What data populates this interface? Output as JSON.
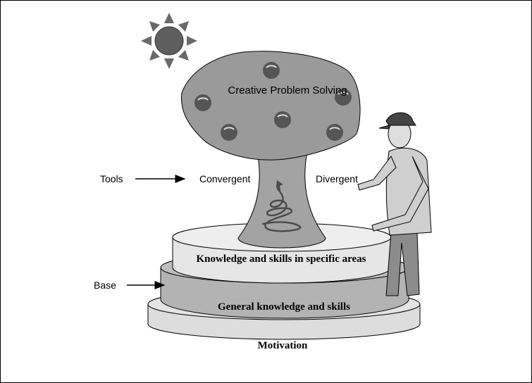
{
  "diagram": {
    "tree_label": "Creative Problem Solving",
    "tools_label": "Tools",
    "convergent_label": "Convergent",
    "divergent_label": "Divergent",
    "base_label": "Base",
    "tiers": {
      "top": "Knowledge and skills in specific areas",
      "middle": "General knowledge and skills",
      "bottom": "Motivation"
    }
  },
  "colors": {
    "canopy": "#9a9a9a",
    "trunk": "#a3a3a3",
    "tier_top": "#e6e6e6",
    "tier_middle": "#b3b3b3",
    "tier_bottom": "#dddddd",
    "sun": "#6a6a6a",
    "fruit": "#555555",
    "person": "#8c8c8c"
  },
  "icons": [
    "sun-icon",
    "fruit-icon",
    "spiral-icon",
    "person-figure",
    "arrow-icon"
  ]
}
